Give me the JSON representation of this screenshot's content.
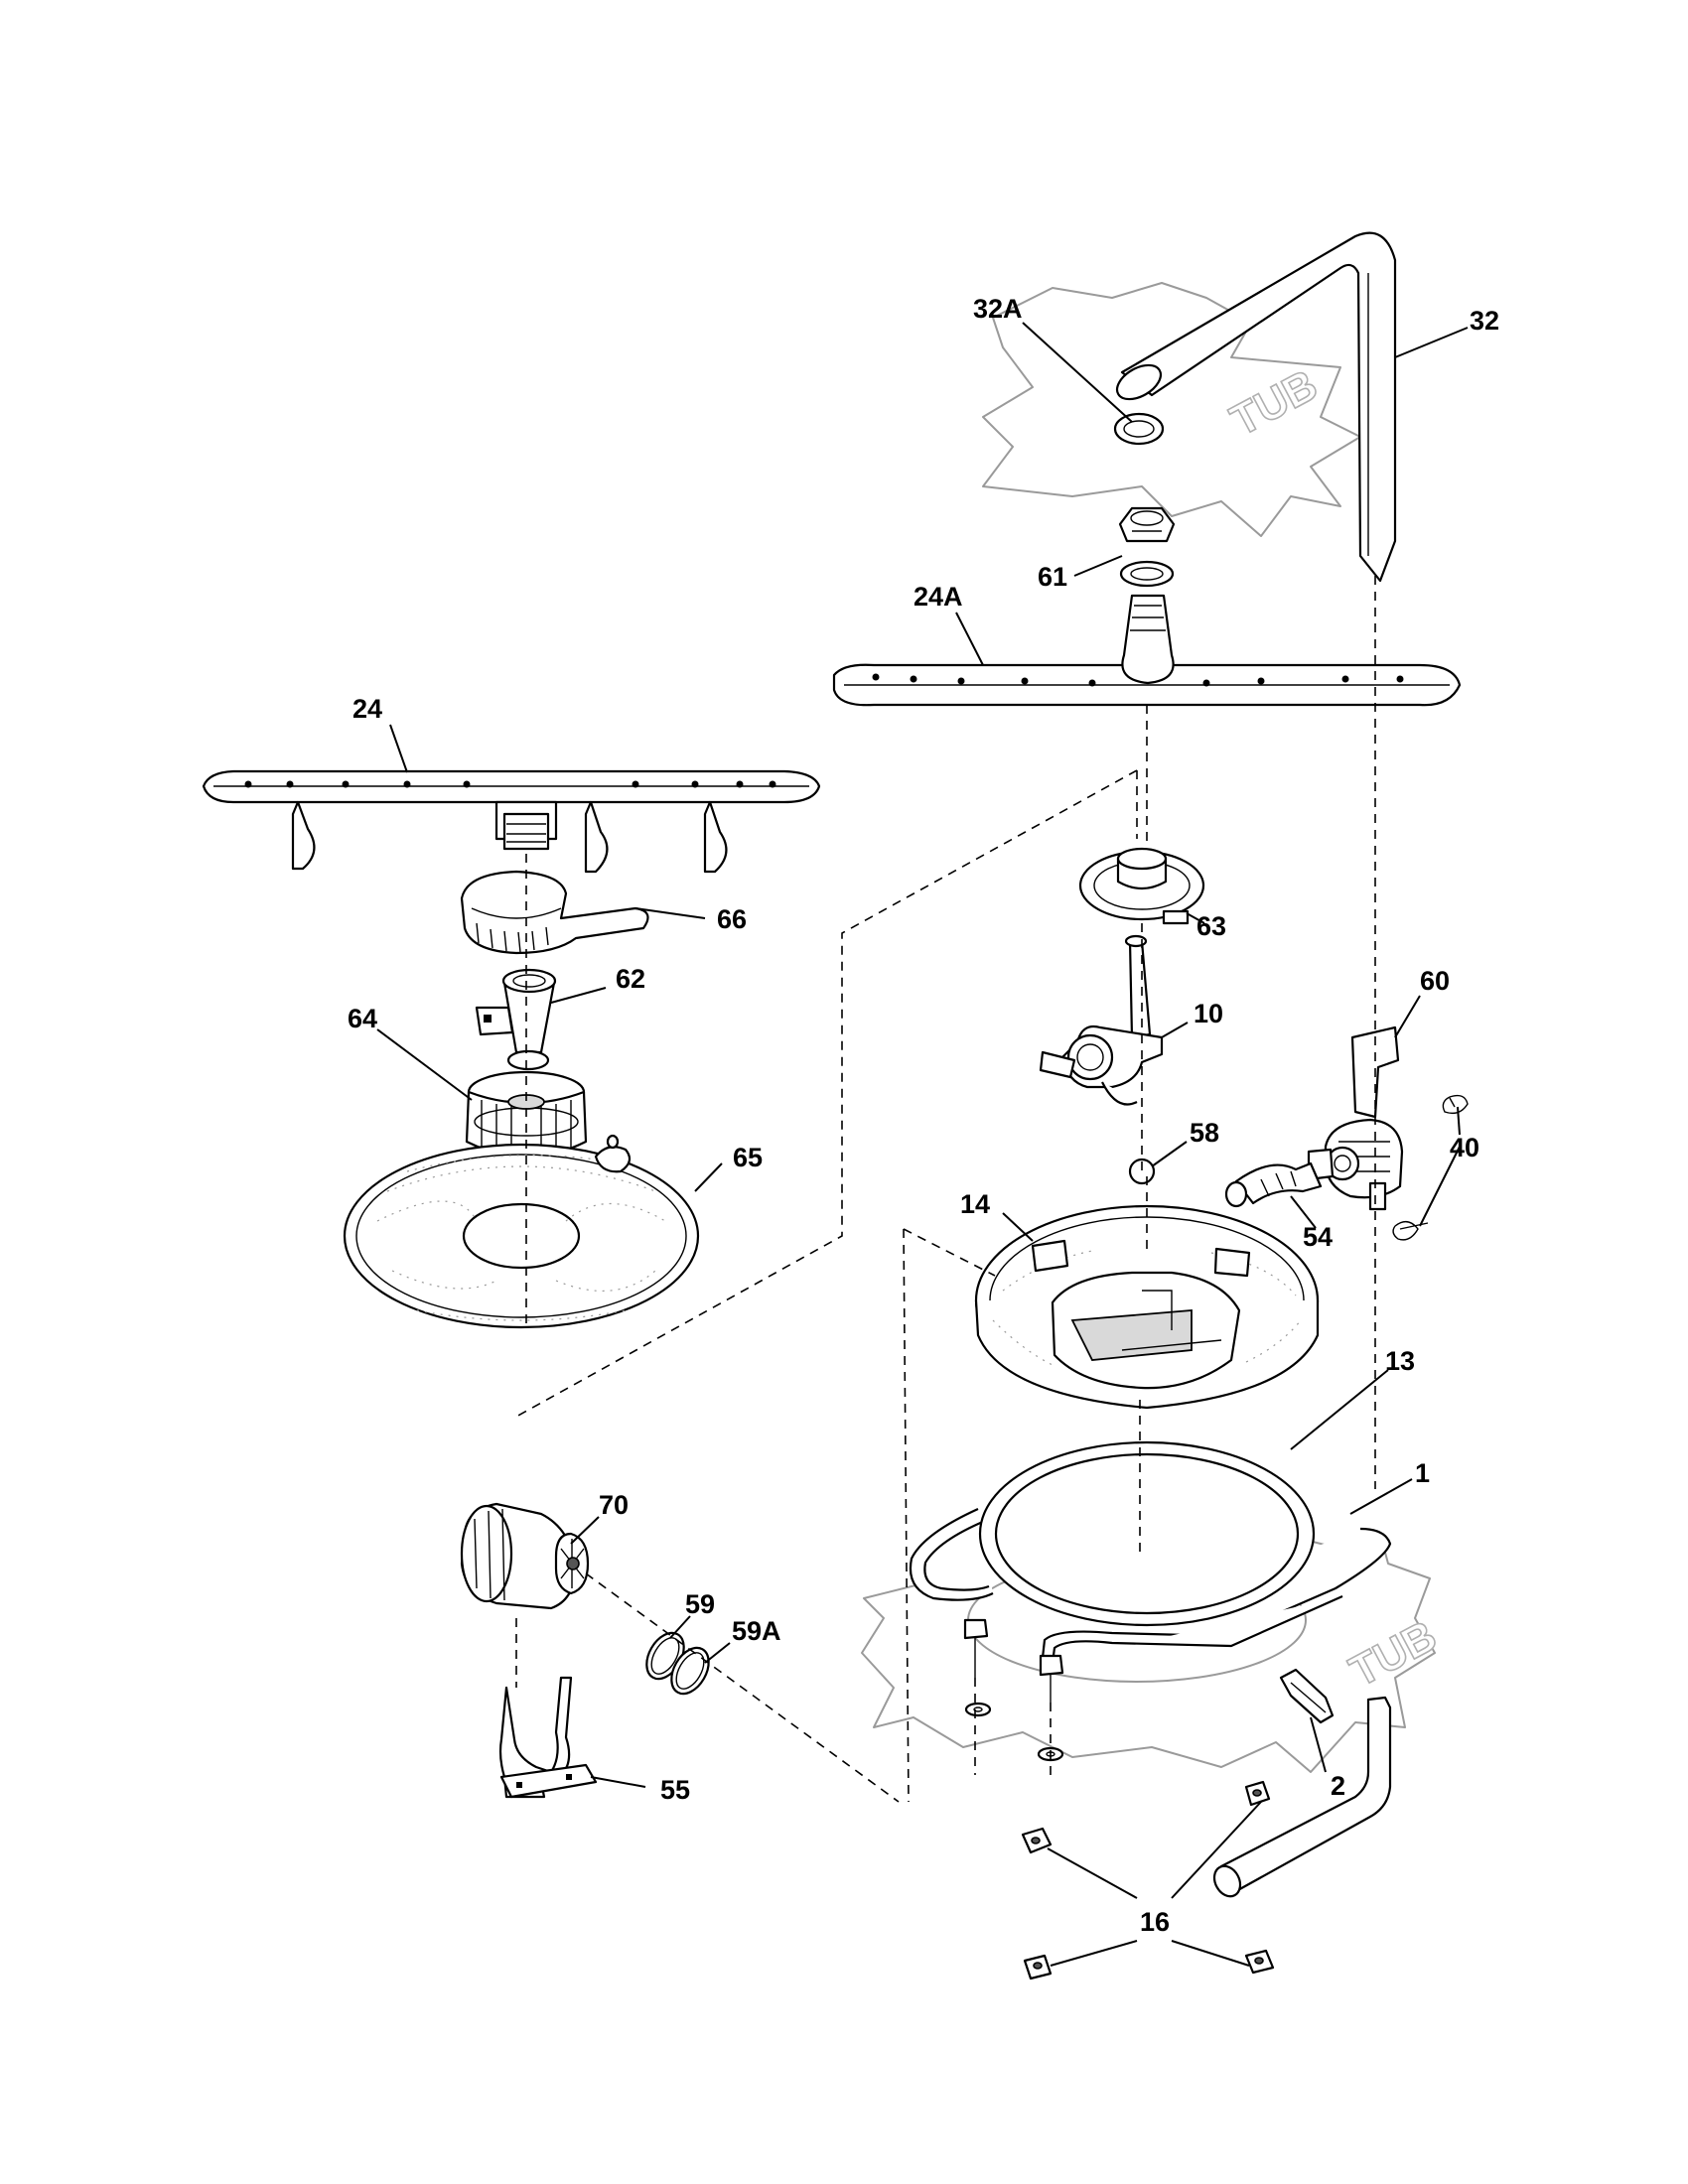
{
  "diagram": {
    "tub_labels": [
      "TUB",
      "TUB"
    ],
    "callouts": [
      {
        "id": "c-32A",
        "label": "32A"
      },
      {
        "id": "c-32",
        "label": "32"
      },
      {
        "id": "c-61",
        "label": "61"
      },
      {
        "id": "c-24A",
        "label": "24A"
      },
      {
        "id": "c-24",
        "label": "24"
      },
      {
        "id": "c-66",
        "label": "66"
      },
      {
        "id": "c-63",
        "label": "63"
      },
      {
        "id": "c-62",
        "label": "62"
      },
      {
        "id": "c-64",
        "label": "64"
      },
      {
        "id": "c-10",
        "label": "10"
      },
      {
        "id": "c-60",
        "label": "60"
      },
      {
        "id": "c-58",
        "label": "58"
      },
      {
        "id": "c-40",
        "label": "40"
      },
      {
        "id": "c-65",
        "label": "65"
      },
      {
        "id": "c-14",
        "label": "14"
      },
      {
        "id": "c-54",
        "label": "54"
      },
      {
        "id": "c-13",
        "label": "13"
      },
      {
        "id": "c-1",
        "label": "1"
      },
      {
        "id": "c-70",
        "label": "70"
      },
      {
        "id": "c-59",
        "label": "59"
      },
      {
        "id": "c-59A",
        "label": "59A"
      },
      {
        "id": "c-2",
        "label": "2"
      },
      {
        "id": "c-55",
        "label": "55"
      },
      {
        "id": "c-16",
        "label": "16"
      }
    ]
  }
}
